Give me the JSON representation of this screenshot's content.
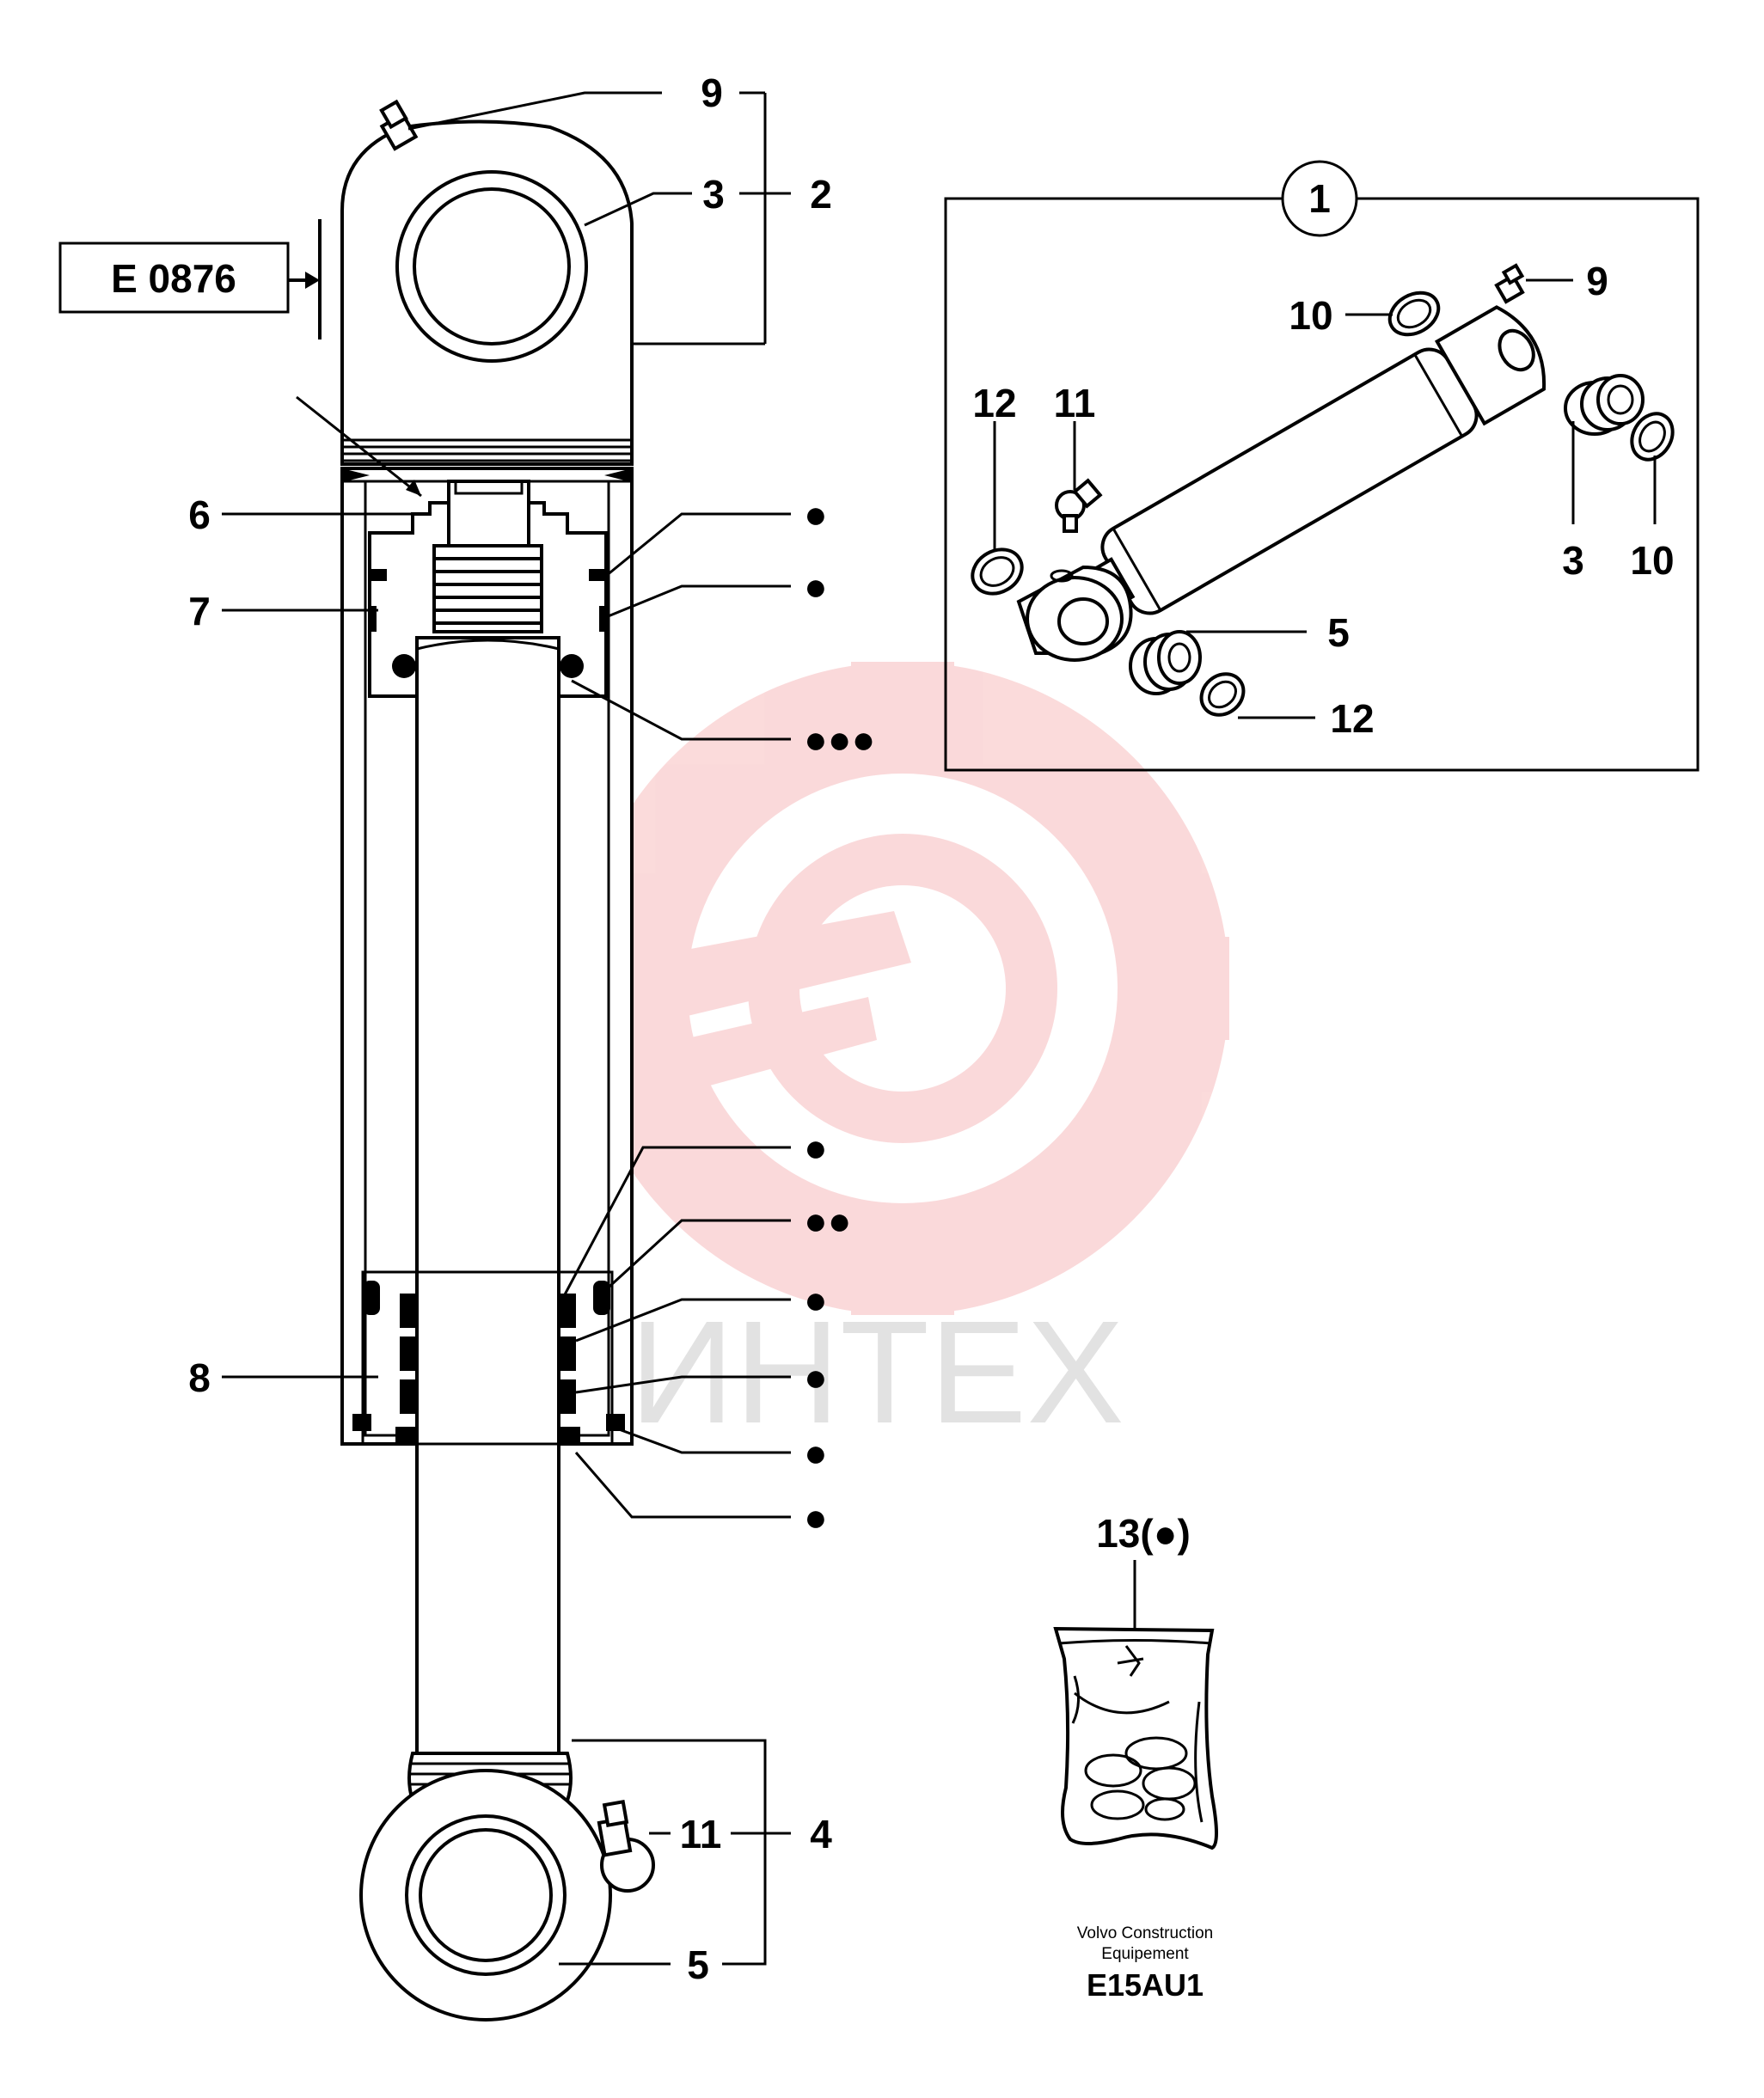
{
  "diagram": {
    "ref_box": "E 0876",
    "watermark": "ИНТЕХ",
    "main_callouts": {
      "c9": "9",
      "c3": "3",
      "c2": "2",
      "c6": "6",
      "c7": "7",
      "c8": "8",
      "c11": "11",
      "c4": "4",
      "c5": "5"
    },
    "seal_markers": [
      "●",
      "●",
      "●●●",
      "●",
      "●●",
      "●",
      "●",
      "●",
      "●"
    ],
    "inset": {
      "circle_label": "1",
      "c9": "9",
      "c10a": "10",
      "c12a": "12",
      "c11": "11",
      "c3": "3",
      "c10b": "10",
      "c5": "5",
      "c12b": "12"
    },
    "kit_label": "13(●)",
    "footer": {
      "line1": "Volvo Construction",
      "line2": "Equipement",
      "code": "E15AU1"
    },
    "colors": {
      "watermark": "#e8353a",
      "line": "#000000"
    }
  }
}
